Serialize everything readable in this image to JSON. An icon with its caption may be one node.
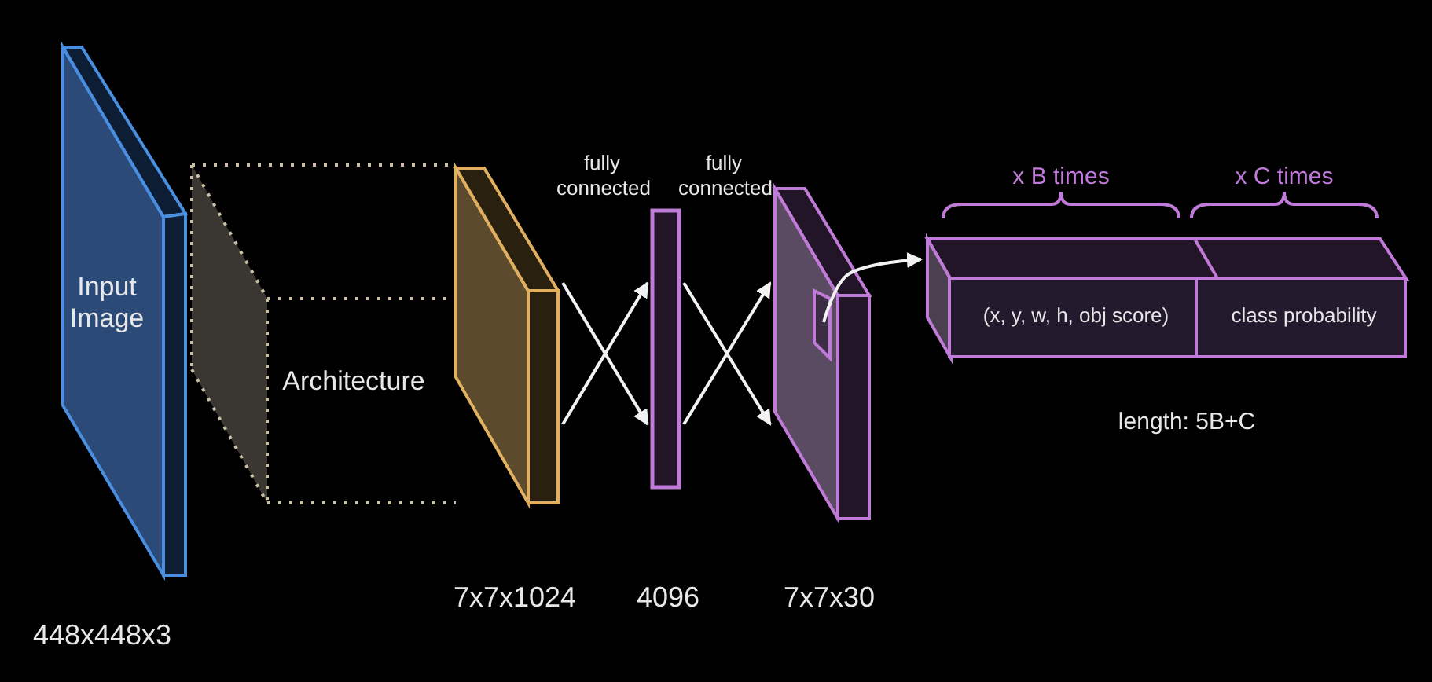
{
  "diagram": {
    "nodes": [
      {
        "text": [
          "Input Image"
        ],
        "beside": [
          "448x448x3"
        ]
      },
      {
        "text": [
          "Architecture"
        ]
      },
      {
        "text": [],
        "shape": "box",
        "beside": [
          "7x7x1024"
        ]
      },
      {
        "text": [],
        "shape": "bar",
        "beside": [
          "4096"
        ]
      },
      {
        "text": [],
        "shape": "box",
        "beside": [
          "7x7x30"
        ]
      },
      {
        "text": [],
        "shape": "box"
      },
      {
        "text": [
          "(x, y, w, h, obj score)"
        ],
        "in": 5
      },
      {
        "text": [
          "class probability"
        ],
        "in": 5
      }
    ],
    "edges": [
      {
        "from": 2,
        "to": 3,
        "arrow": "to",
        "label": "fully connected"
      },
      {
        "from": 2,
        "to": 3,
        "arrow": "to"
      },
      {
        "from": 3,
        "to": 4,
        "arrow": "to",
        "label": "fully connected"
      },
      {
        "from": 3,
        "to": 4,
        "arrow": "to"
      },
      {
        "from": 4,
        "to": 5,
        "arrow": "to"
      }
    ],
    "labels": [
      "x B times",
      "x C times",
      "length: 5B+C"
    ]
  }
}
